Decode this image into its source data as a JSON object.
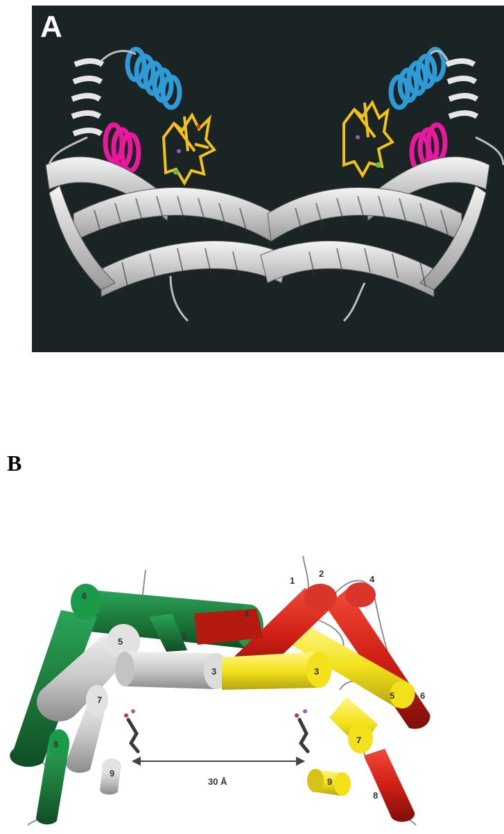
{
  "panel_a": {
    "label": "A",
    "colors": {
      "background": "#1a2424",
      "helix_white": "#e4e4e4",
      "helix_blue": "#2e9bd6",
      "helix_magenta": "#e8199c",
      "ligand": "#f2c21b"
    }
  },
  "panel_b": {
    "label": "B",
    "distance_label": "30 Å",
    "helix_labels": {
      "left_green_6": "6",
      "left_green_4": "4",
      "left_green_2": "2",
      "left_gray_5": "5",
      "left_gray_3": "3",
      "left_gray_7": "7",
      "left_green_8": "8",
      "left_gray_9": "9",
      "right_1": "1",
      "right_2": "2",
      "right_4": "4",
      "right_yellow_3": "3",
      "right_yellow_5": "5",
      "right_6": "6",
      "right_yellow_7": "7",
      "right_yellow_9": "9",
      "right_red_8": "8"
    },
    "colors": {
      "green": "#1d7a3c",
      "gray": "#c8c8c8",
      "red": "#d01f14",
      "yellow": "#f3e21b"
    }
  }
}
